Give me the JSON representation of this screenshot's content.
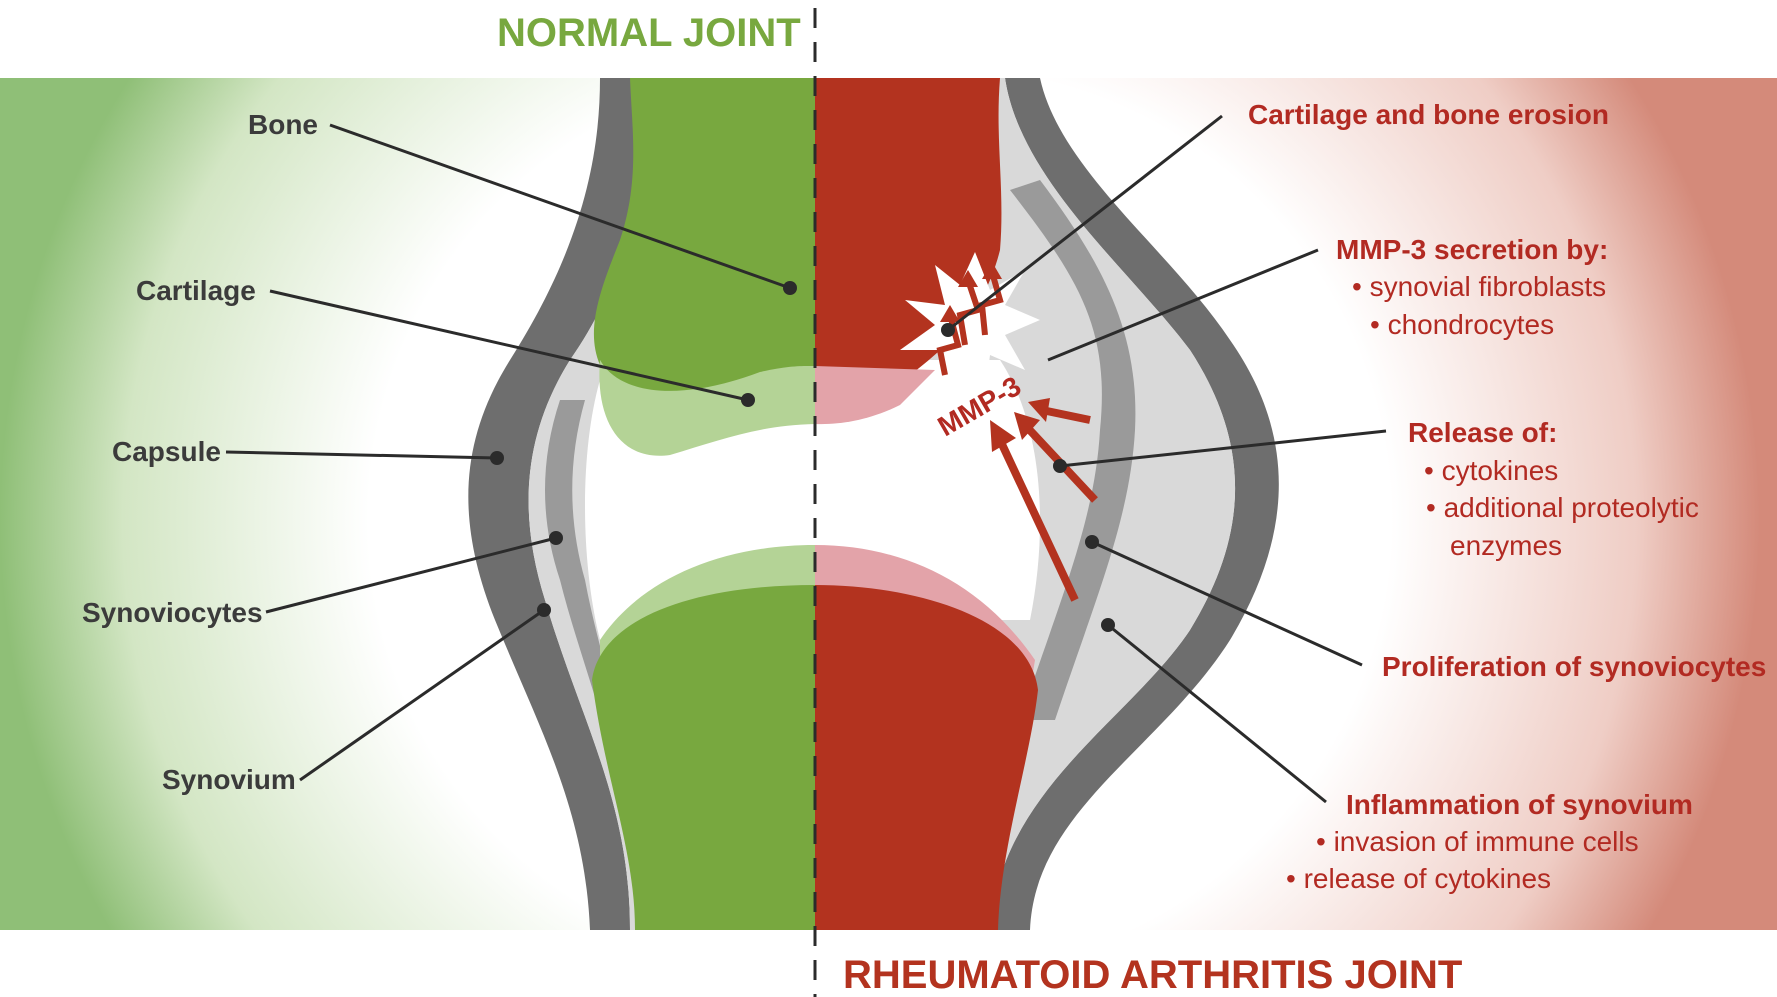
{
  "titles": {
    "normal": "NORMAL JOINT",
    "ra": "RHEUMATOID ARTHRITIS JOINT"
  },
  "colors": {
    "normal_green": "#78a83f",
    "light_green": "#b4d396",
    "ra_red": "#b3331f",
    "ra_pink": "#e3a3a9",
    "capsule_gray": "#6e6e6e",
    "synovium_gray": "#9a9a9a",
    "fluid_gray": "#d9d9d9",
    "label_dark": "#3b3b3b",
    "label_red": "#b22a22"
  },
  "labels_left": {
    "bone": "Bone",
    "cartilage": "Cartilage",
    "capsule": "Capsule",
    "synoviocytes": "Synoviocytes",
    "synovium": "Synovium"
  },
  "labels_right": {
    "erosion": {
      "title": "Cartilage and bone erosion"
    },
    "mmp3": {
      "title": "MMP-3 secretion by:",
      "items": [
        "• synovial fibroblasts",
        "• chondrocytes"
      ]
    },
    "release": {
      "title": "Release of:",
      "items": [
        "• cytokines",
        "• additional proteolytic",
        "enzymes"
      ]
    },
    "proliferation": {
      "title": "Proliferation of synoviocytes"
    },
    "inflammation": {
      "title": "Inflammation of synovium",
      "items": [
        "• invasion of immune cells",
        "• release of cytokines"
      ]
    }
  },
  "center_label": "MMP-3",
  "icons": {
    "burst": "explosion-burst-icon",
    "zigzag": "lightning-zigzag-arrow-icon",
    "arrows": "inflammation-arrow-icon"
  }
}
